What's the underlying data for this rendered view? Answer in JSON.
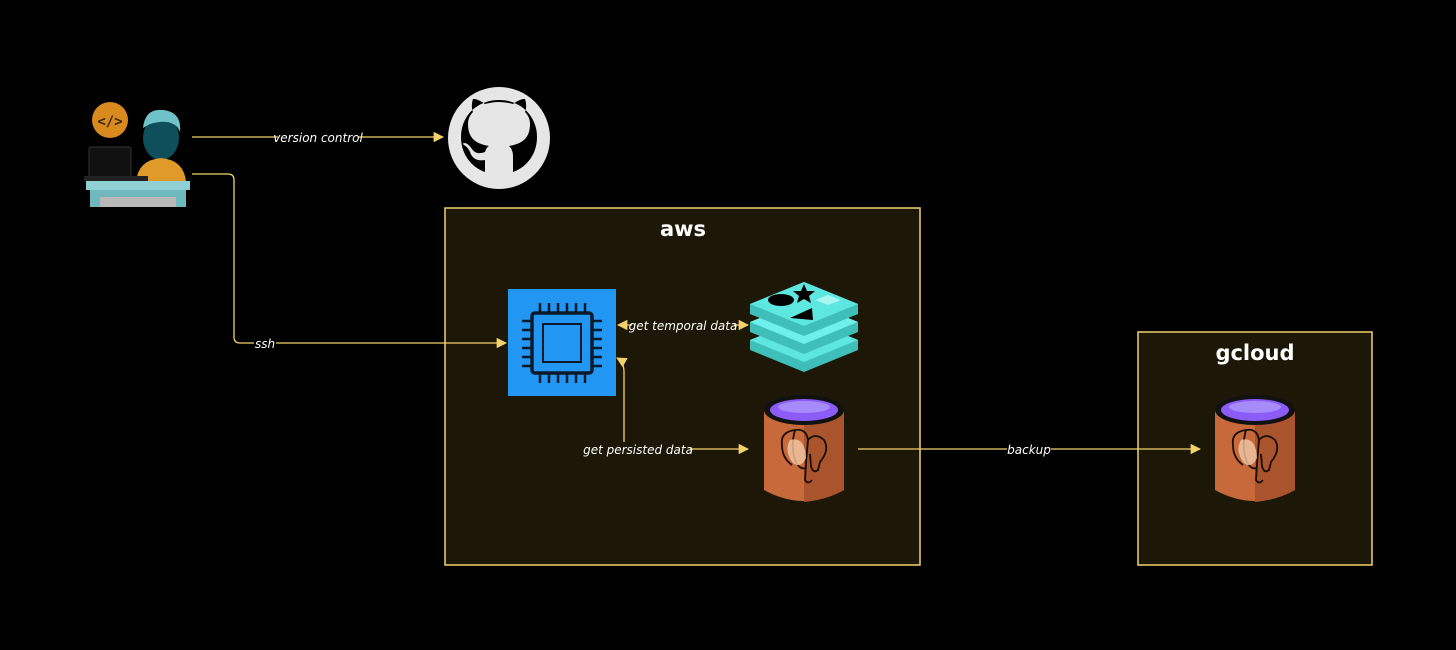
{
  "groups": {
    "aws": {
      "title": "aws"
    },
    "gcloud": {
      "title": "gcloud"
    }
  },
  "edges": {
    "version_control": "version control",
    "ssh": "ssh",
    "get_temporal_data": "get temporal data",
    "get_persisted_data": "get persisted data",
    "backup": "backup"
  },
  "nodes": {
    "developer": {
      "icon": "developer-at-laptop-icon"
    },
    "github": {
      "icon": "github-octocat-icon"
    },
    "ec2": {
      "icon": "ec2-chip-icon"
    },
    "redis": {
      "icon": "redis-stack-icon"
    },
    "postgres_aws": {
      "icon": "postgresql-database-icon"
    },
    "postgres_gcloud": {
      "icon": "postgresql-database-icon"
    }
  },
  "colors": {
    "background": "#000000",
    "group_border": "#f2d36b",
    "group_fill": "#1c1706",
    "edge": "#f2d36b",
    "ec2": "#2196f3",
    "redis": "#5ee6e0",
    "postgres_body": "#c8693c",
    "postgres_top": "#8b5cf6"
  }
}
